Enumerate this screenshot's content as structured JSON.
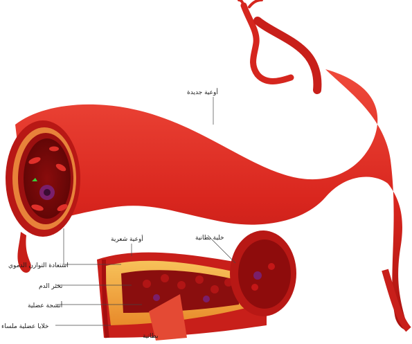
{
  "labels": {
    "new_vessels": "أوعية جديدة",
    "endothelial_cell": "خلية بطانية",
    "capillaries": "أوعية شعرية",
    "restore_balance": "استعادة التوازن الدموي",
    "blood_clot": "تخثر الدم",
    "connective_tissue": "أنسجة عضلية",
    "smooth_muscle": "خلايا عضلية ملساء",
    "bottom_label": "بطانية"
  },
  "colors": {
    "vessel_red": "#d8261f",
    "vessel_dark": "#a8110f",
    "vessel_light": "#ee4a3a",
    "fat_yellow": "#f2a63a",
    "blood_cell": "#c41717"
  }
}
